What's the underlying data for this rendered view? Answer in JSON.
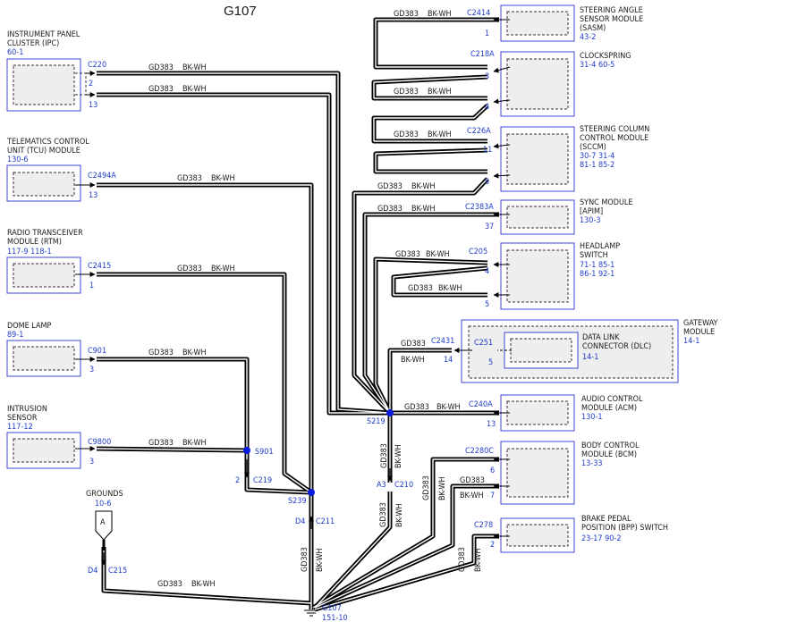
{
  "title": "G107",
  "wire": {
    "circuit": "GD383",
    "color": "BK-WH"
  },
  "colors": {
    "wire": "#000000",
    "box_border": "#3c46d2",
    "ref_text": "#1e3cc8",
    "splice": "#0a1adc",
    "inner_fill": "#eeeeee"
  },
  "modules": {
    "ipc": {
      "name": [
        "INSTRUMENT PANEL",
        "CLUSTER (IPC)"
      ],
      "ref": [
        "60-1"
      ],
      "connector": "C220",
      "pins": [
        "2",
        "13"
      ]
    },
    "tcu": {
      "name": [
        "TELEMATICS CONTROL",
        "UNIT (TCU) MODULE"
      ],
      "ref": [
        "130-6"
      ],
      "connector": "C2494A",
      "pins": [
        "13"
      ]
    },
    "rtm": {
      "name": [
        "RADIO TRANSCEIVER",
        "MODULE (RTM)"
      ],
      "ref": [
        "117-9   118-1"
      ],
      "connector": "C2415",
      "pins": [
        "1"
      ]
    },
    "dome": {
      "name": [
        "DOME LAMP"
      ],
      "ref": [
        "89-1"
      ],
      "connector": "C901",
      "pins": [
        "3"
      ]
    },
    "intr": {
      "name": [
        "INTRUSION",
        "SENSOR"
      ],
      "ref": [
        "117-12"
      ],
      "connector": "C9800",
      "pins": [
        "3"
      ]
    },
    "sasm": {
      "name": [
        "STEERING ANGLE",
        "SENSOR MODULE",
        "(SASM)"
      ],
      "ref": [
        "43-2"
      ],
      "connector": "C2414",
      "pins": [
        "1"
      ]
    },
    "clk": {
      "name": [
        "CLOCKSPRING"
      ],
      "ref": [
        "31-4   60-5"
      ],
      "connector": "C218A",
      "pins": [
        "3",
        "4"
      ]
    },
    "sccm": {
      "name": [
        "STEERING COLUMN",
        "CONTROL MODULE",
        "(SCCM)"
      ],
      "ref": [
        "30-7   31-4",
        "81-1   85-2"
      ],
      "connector": "C226A",
      "pins": [
        "11",
        "5"
      ]
    },
    "apim": {
      "name": [
        "SYNC MODULE",
        "[APIM]"
      ],
      "ref": [
        "130-3"
      ],
      "connector": "C2383A",
      "pins": [
        "37"
      ]
    },
    "hls": {
      "name": [
        "HEADLAMP",
        "SWITCH"
      ],
      "ref": [
        "71-1   85-1",
        "86-1   92-1"
      ],
      "connector": "C205",
      "pins": [
        "4",
        "5"
      ]
    },
    "gwm": {
      "name": [
        "GATEWAY",
        "MODULE"
      ],
      "ref": [
        "14-1"
      ],
      "connector": "C2431",
      "pins": [
        "14"
      ]
    },
    "dlc": {
      "name": [
        "DATA LINK",
        "CONNECTOR (DLC)"
      ],
      "ref": [
        "14-1"
      ],
      "connector": "C251",
      "pins": [
        "5"
      ]
    },
    "acm": {
      "name": [
        "AUDIO CONTROL",
        "MODULE (ACM)"
      ],
      "ref": [
        "130-1"
      ],
      "connector": "C240A",
      "pins": [
        "13"
      ]
    },
    "bcm": {
      "name": [
        "BODY CONTROL",
        "MODULE (BCM)"
      ],
      "ref": [
        "13-33"
      ],
      "connector": "C2280C",
      "pins": [
        "6",
        "7"
      ]
    },
    "bpp": {
      "name": [
        "BRAKE PEDAL",
        "POSITION (BPP) SWITCH"
      ],
      "ref": [
        "23-17   90-2"
      ],
      "connector": "C278",
      "pins": [
        "2"
      ]
    }
  },
  "splices": {
    "s901": "S901",
    "s239": "S239",
    "s219": "S219"
  },
  "inline": {
    "c219": {
      "name": "C219",
      "pin": "2"
    },
    "c211": {
      "name": "C211",
      "pin": "D4"
    },
    "c210": {
      "name": "C210",
      "pin": "A3"
    },
    "c215": {
      "name": "C215",
      "pin": "D4"
    }
  },
  "grounds": {
    "label": "GROUNDS",
    "ref": "10-6",
    "symbol": "A"
  },
  "ground": {
    "name": "G107",
    "ref": "151-10"
  }
}
